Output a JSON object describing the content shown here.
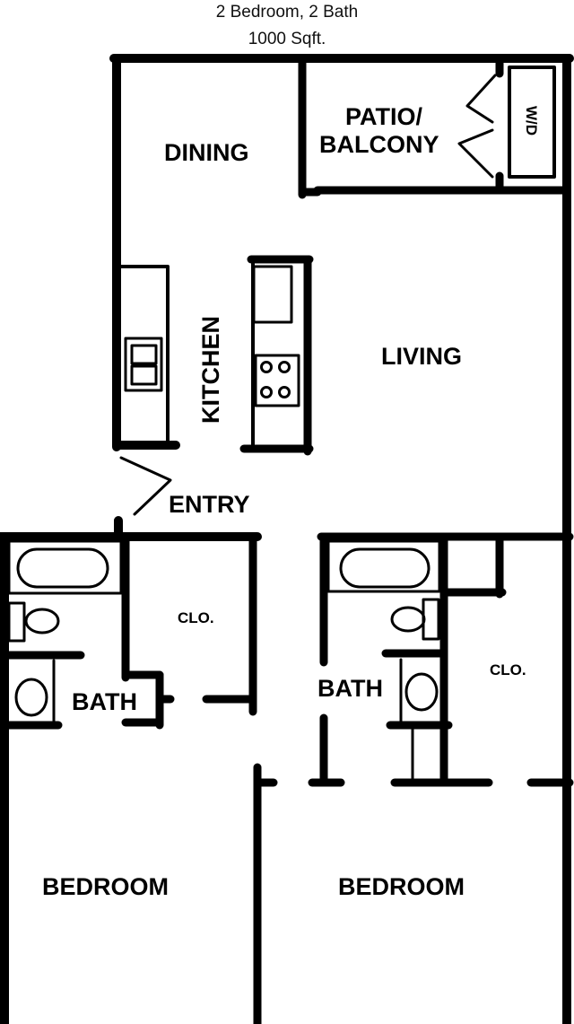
{
  "header": {
    "unit_type": "2 Bedroom, 2 Bath",
    "area": "1000 Sqft."
  },
  "rooms": {
    "dining": "DINING",
    "patio_line1": "PATIO/",
    "patio_line2": "BALCONY",
    "washer_dryer": "W/D",
    "kitchen": "KITCHEN",
    "living": "LIVING",
    "entry": "ENTRY",
    "closet_left": "CLO.",
    "bath_left": "BATH",
    "bath_right": "BATH",
    "closet_right": "CLO.",
    "bedroom_left": "BEDROOM",
    "bedroom_right": "BEDROOM"
  },
  "fixtures": {
    "sink": "sink-icon",
    "stove": "stove-icon",
    "refrigerator": "refrigerator-icon",
    "bathtub": "bathtub-icon",
    "toilet": "toilet-icon",
    "vanity": "vanity-sink-icon"
  },
  "colors": {
    "wall": "#000000",
    "background": "#ffffff"
  }
}
